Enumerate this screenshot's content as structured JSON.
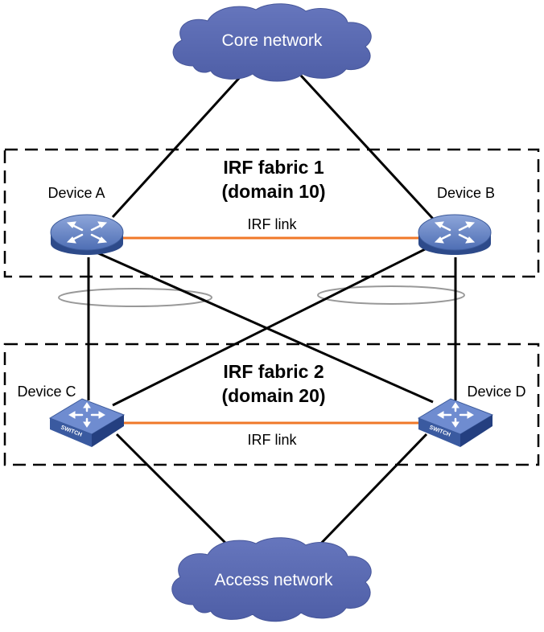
{
  "clouds": {
    "core": "Core network",
    "access": "Access network"
  },
  "fabrics": [
    {
      "title": "IRF fabric 1",
      "domain": "(domain 10)",
      "link_label": "IRF link"
    },
    {
      "title": "IRF fabric 2",
      "domain": "(domain 20)",
      "link_label": "IRF link"
    }
  ],
  "devices": {
    "a": {
      "label": "Device A",
      "type": "router-icon"
    },
    "b": {
      "label": "Device B",
      "type": "router-icon"
    },
    "c": {
      "label": "Device C",
      "type": "switch-icon",
      "badge": "SWITCH"
    },
    "d": {
      "label": "Device D",
      "type": "switch-icon",
      "badge": "SWITCH"
    }
  },
  "colors": {
    "device_blue": "#4a6aaf",
    "device_dark": "#2d4a8a",
    "cloud_blue": "#5a6ab0",
    "irf_link": "#f07828",
    "link": "#000000",
    "aggregation_ellipse": "#999999"
  }
}
